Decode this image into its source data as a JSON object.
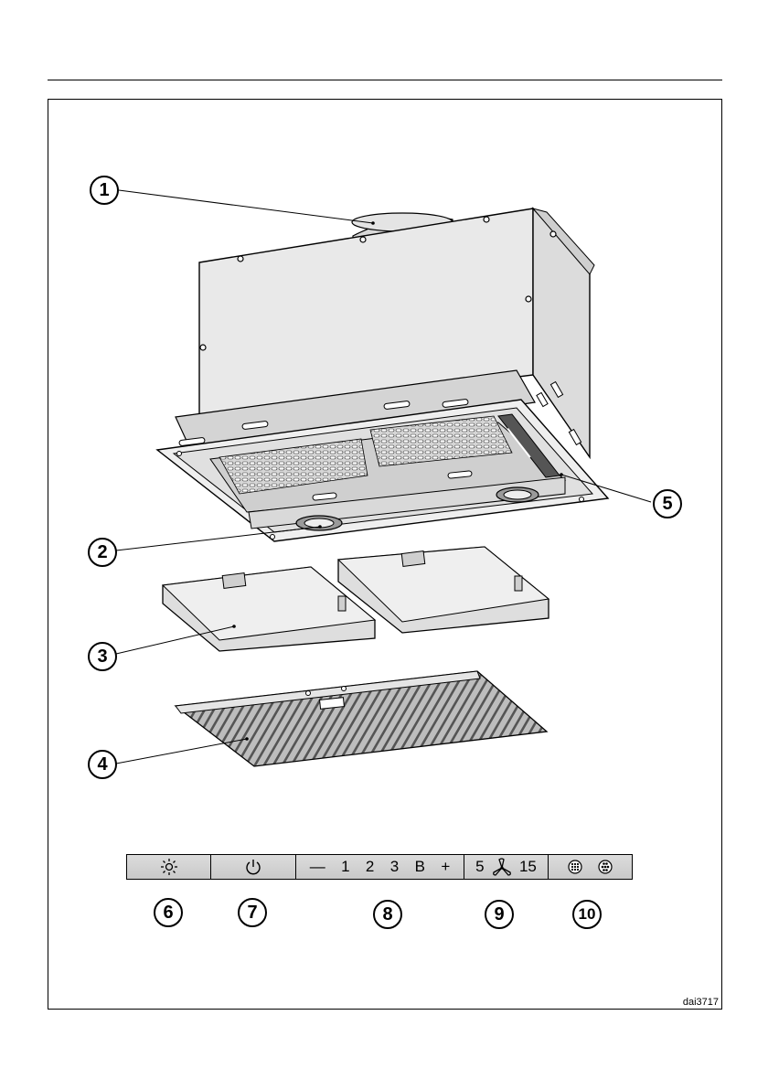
{
  "callouts": {
    "c1": "1",
    "c2": "2",
    "c3": "3",
    "c4": "4",
    "c5": "5",
    "c6": "6",
    "c7": "7",
    "c8": "8",
    "c9": "9",
    "c10": "10"
  },
  "image_code": "dai3717",
  "control_panel": {
    "icons": [
      "light-icon",
      "power-icon",
      "fan-icon",
      "filter-icon"
    ],
    "speed_buttons": [
      "—",
      "1",
      "2",
      "3",
      "B",
      "+"
    ],
    "timer_min": "5",
    "timer_max": "15"
  }
}
